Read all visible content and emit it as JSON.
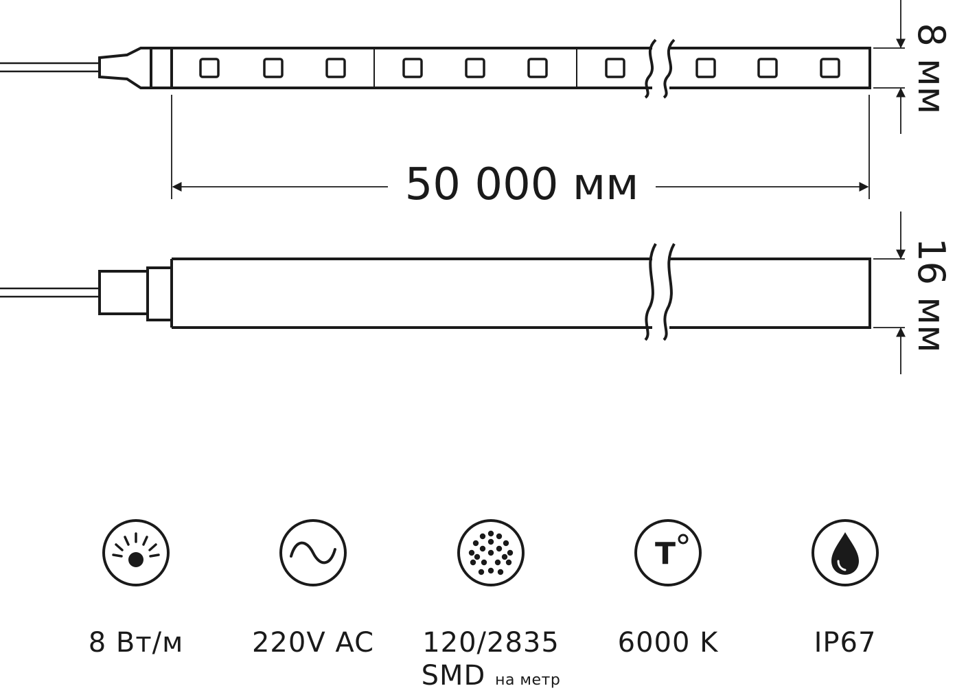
{
  "dimensions": {
    "length": "50 000 мм",
    "strip_width": "8 мм",
    "sleeve_width": "16 мм"
  },
  "specs": [
    {
      "icon": "brightness-icon",
      "label": "8 Вт/м"
    },
    {
      "icon": "ac-wave-icon",
      "label": "220V AC"
    },
    {
      "icon": "led-dots-icon",
      "label": "120/2835",
      "label2": "SMD",
      "label2_small": "на метр"
    },
    {
      "icon": "temperature-icon",
      "label": "6000 K",
      "icon_text": "T"
    },
    {
      "icon": "water-drop-icon",
      "label": "IP67"
    }
  ],
  "colors": {
    "stroke": "#1a1a1a",
    "background": "#ffffff"
  }
}
